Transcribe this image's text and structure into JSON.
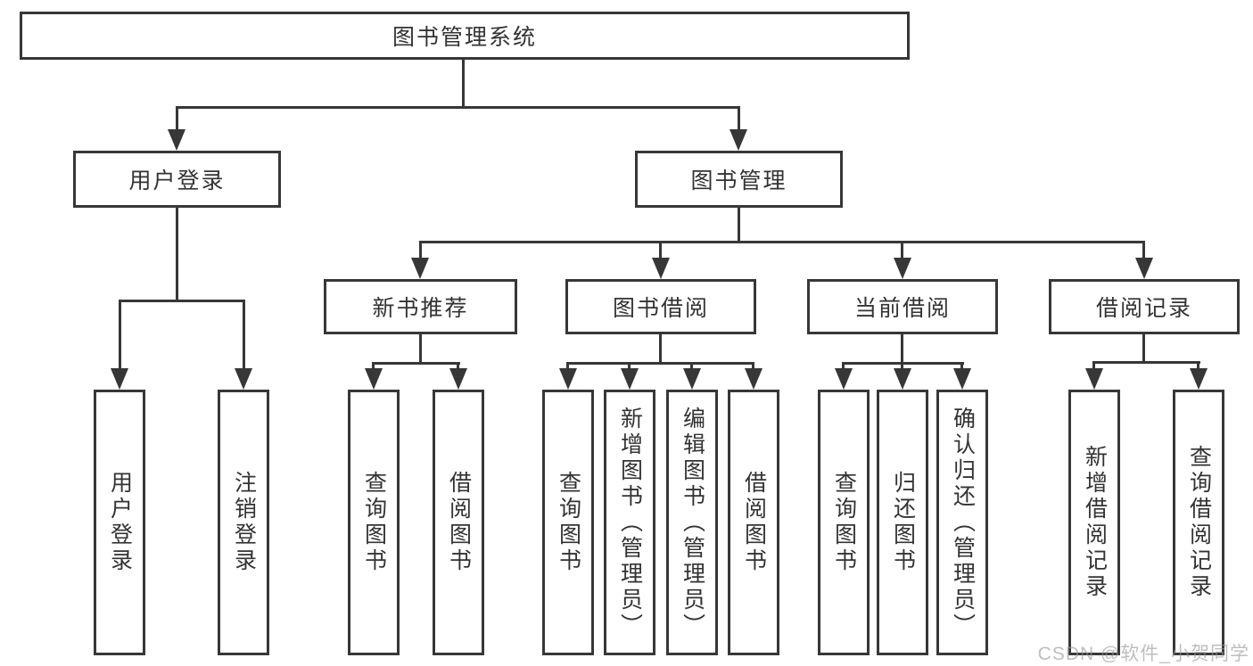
{
  "diagram_type": "hierarchy-tree",
  "root": {
    "label": "图书管理系统"
  },
  "level2": {
    "user_login": {
      "label": "用户登录"
    },
    "book_manage": {
      "label": "图书管理"
    }
  },
  "level3": {
    "new_book": {
      "label": "新书推荐"
    },
    "book_borrow": {
      "label": "图书借阅"
    },
    "current_borrow": {
      "label": "当前借阅"
    },
    "borrow_records": {
      "label": "借阅记录"
    }
  },
  "leaves": {
    "user_login": [
      "用户登录",
      "注销登录"
    ],
    "new_book": [
      "查询图书",
      "借阅图书"
    ],
    "book_borrow": [
      "查询图书",
      "新增图书（管理员）",
      "编辑图书（管理员）",
      "借阅图书"
    ],
    "current_borrow": [
      "查询图书",
      "归还图书",
      "确认归还（管理员）"
    ],
    "borrow_records": [
      "新增借阅记录",
      "查询借阅记录"
    ]
  },
  "watermark": "CSDN @软件_小贺同学",
  "colors": {
    "line": "#373737",
    "text": "#333333",
    "background": "#ffffff",
    "watermark": "#c9c9c9"
  }
}
